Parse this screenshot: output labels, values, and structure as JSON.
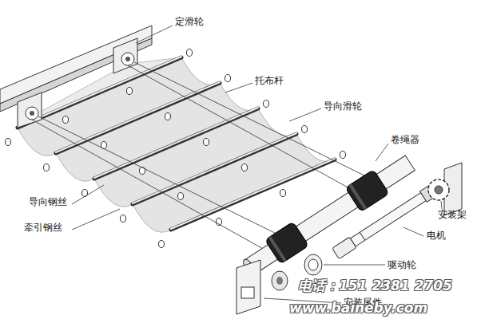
{
  "diagram": {
    "labels": [
      "定滑轮",
      "托布杆",
      "导向滑轮",
      "卷绳器",
      "安装架",
      "电机",
      "导向钢丝",
      "牵引钢丝",
      "驱动轮",
      "安装尾件",
      "电话：151 2381 2705",
      "www.baineby.com"
    ]
  }
}
